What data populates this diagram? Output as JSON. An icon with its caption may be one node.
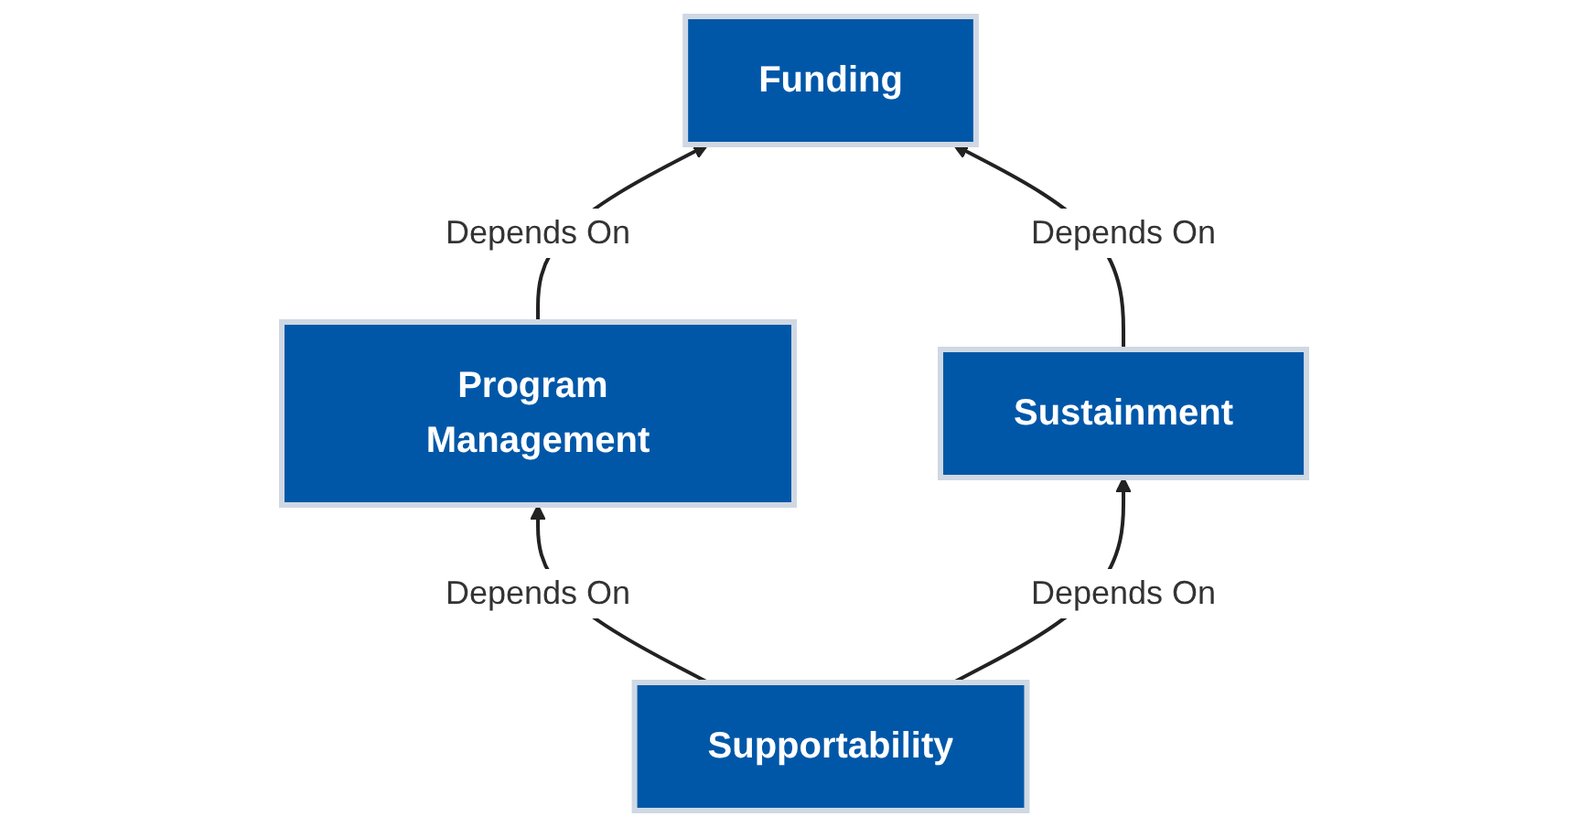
{
  "diagram": {
    "nodes": [
      {
        "text": [
          "Funding"
        ]
      },
      {
        "text": [
          "Program Management"
        ]
      },
      {
        "text": [
          "Sustainment"
        ]
      },
      {
        "text": [
          "Supportability"
        ]
      }
    ],
    "edges": [
      {
        "from": 1,
        "to": 0,
        "arrow": "to",
        "label": "Depends On"
      },
      {
        "from": 2,
        "to": 0,
        "arrow": "to",
        "label": "Depends On"
      },
      {
        "from": 3,
        "to": 1,
        "arrow": "to",
        "label": "Depends On"
      },
      {
        "from": 3,
        "to": 2,
        "arrow": "to",
        "label": "Depends On"
      }
    ]
  }
}
